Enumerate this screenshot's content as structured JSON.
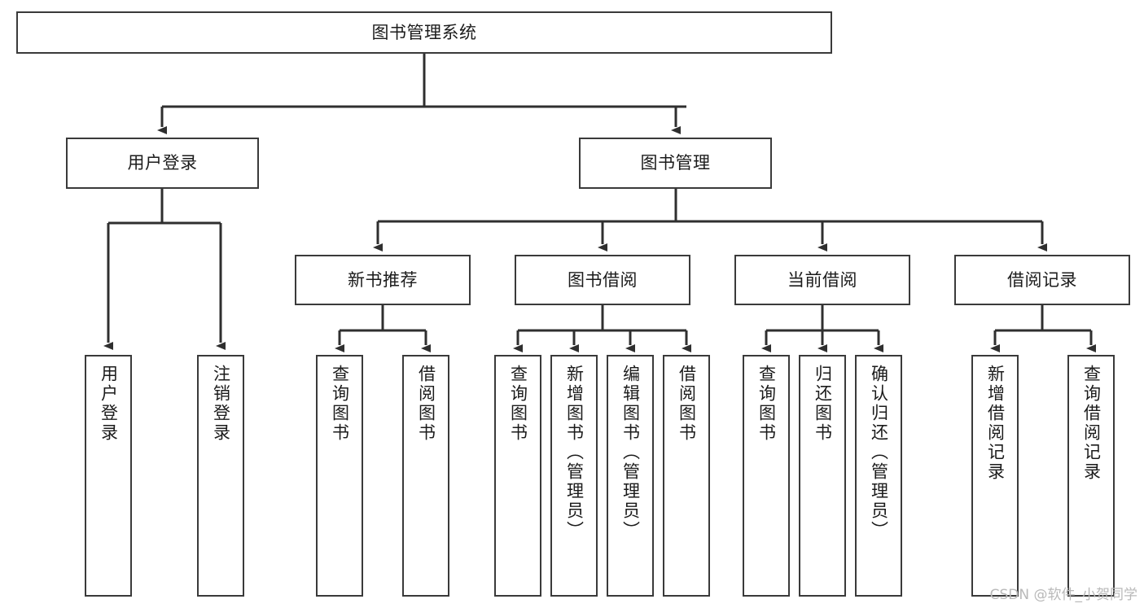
{
  "diagram": {
    "type": "tree",
    "title": "图书管理系统",
    "watermark": "CSDN @软件_小贺同学",
    "colors": {
      "box_border": "#3a3a3a",
      "box_fill": "#ffffff",
      "edge": "#2f2f2f",
      "text": "#1b1b1b",
      "watermark": "#b9b9b9",
      "background": "#ffffff"
    },
    "levels": {
      "root": {
        "id": "root",
        "label": "图书管理系统"
      },
      "level2": [
        {
          "id": "user-login",
          "label": "用户登录"
        },
        {
          "id": "book-management",
          "label": "图书管理"
        }
      ],
      "level3": [
        {
          "id": "new-book-recommend",
          "label": "新书推荐",
          "parent": "book-management"
        },
        {
          "id": "book-borrow",
          "label": "图书借阅",
          "parent": "book-management"
        },
        {
          "id": "current-borrow",
          "label": "当前借阅",
          "parent": "book-management"
        },
        {
          "id": "borrow-record",
          "label": "借阅记录",
          "parent": "book-management"
        }
      ],
      "leaves": [
        {
          "id": "leaf-user-login",
          "label": "用户登录",
          "parent": "user-login"
        },
        {
          "id": "leaf-logout-login",
          "label": "注销登录",
          "parent": "user-login"
        },
        {
          "id": "leaf-query-book-1",
          "label": "查询图书",
          "parent": "new-book-recommend"
        },
        {
          "id": "leaf-borrow-book-1",
          "label": "借阅图书",
          "parent": "new-book-recommend"
        },
        {
          "id": "leaf-query-book-2",
          "label": "查询图书",
          "parent": "book-borrow"
        },
        {
          "id": "leaf-add-book",
          "label": "新增图书（管理员）",
          "parent": "book-borrow"
        },
        {
          "id": "leaf-edit-book",
          "label": "编辑图书（管理员）",
          "parent": "book-borrow"
        },
        {
          "id": "leaf-borrow-book-2",
          "label": "借阅图书",
          "parent": "book-borrow"
        },
        {
          "id": "leaf-query-book-3",
          "label": "查询图书",
          "parent": "current-borrow"
        },
        {
          "id": "leaf-return-book",
          "label": "归还图书",
          "parent": "current-borrow"
        },
        {
          "id": "leaf-confirm-return",
          "label": "确认归还（管理员）",
          "parent": "current-borrow"
        },
        {
          "id": "leaf-add-record",
          "label": "新增借阅记录",
          "parent": "borrow-record"
        },
        {
          "id": "leaf-query-record",
          "label": "查询借阅记录",
          "parent": "borrow-record"
        }
      ]
    }
  }
}
